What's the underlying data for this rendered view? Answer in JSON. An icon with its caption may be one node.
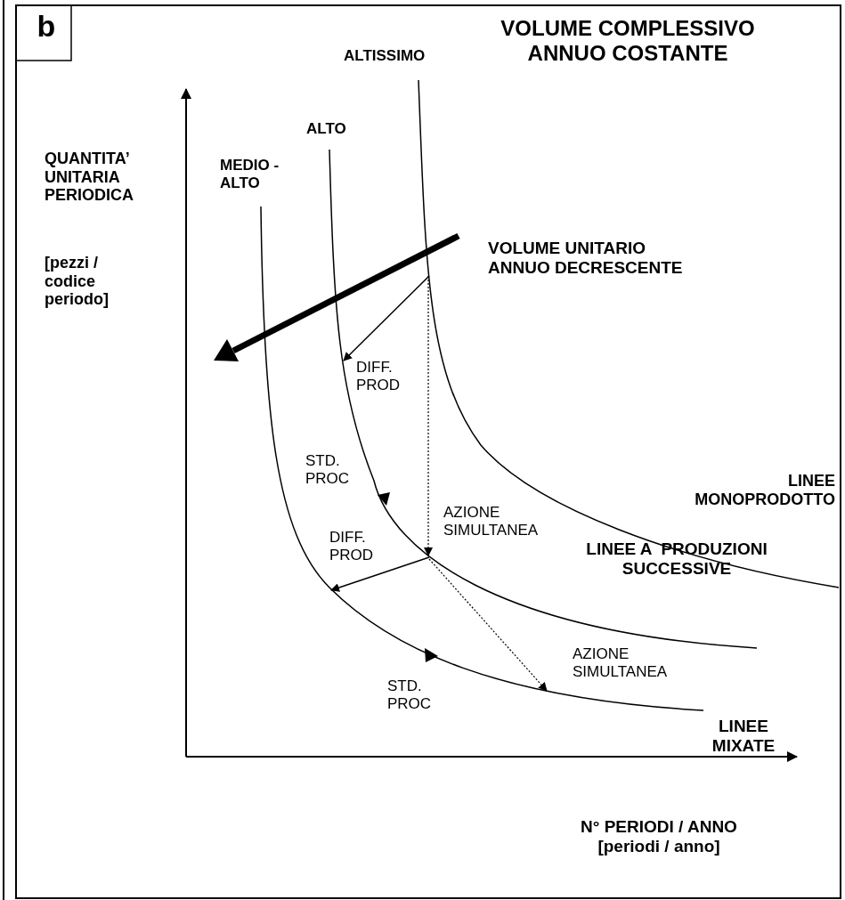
{
  "diagram": {
    "title": "VOLUME COMPLESSIVO ANNUO COSTANTE",
    "labels": [
      "b",
      "ALTISSIMO",
      "ALTO",
      "QUANTITA’ UNITARIA PERIODICA",
      "MEDIO - ALTO",
      "[pezzi / codice periodo]",
      "VOLUME UNITARIO ANNUO DECRESCENTE",
      "DIFF. PROD",
      "STD. PROC",
      "LINEE MONOPRODOTTO",
      "AZIONE SIMULTANEA",
      "DIFF. PROD",
      "LINEE A  PRODUZIONI SUCCESSIVE",
      "AZIONE SIMULTANEA",
      "STD. PROC",
      "LINEE MIXATE",
      "N° PERIODI / ANNO [periodi / anno]"
    ]
  }
}
